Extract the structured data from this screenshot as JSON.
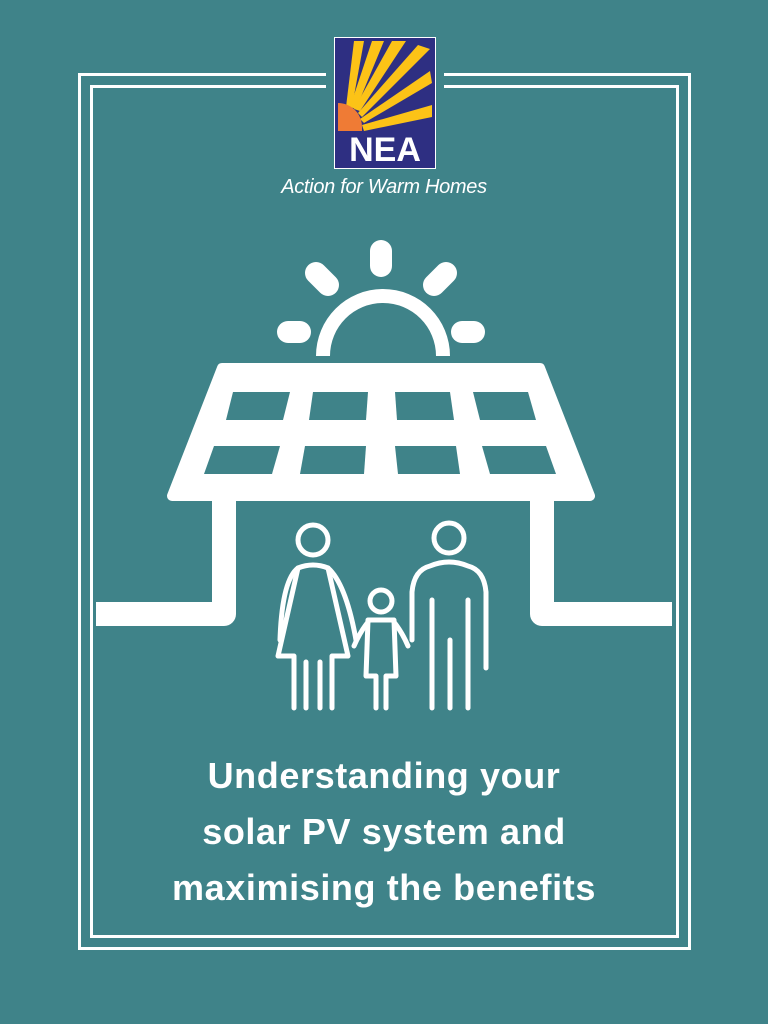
{
  "logo": {
    "text": "NEA",
    "colors": {
      "navy": "#2e2f82",
      "yellow": "#fcc317",
      "orange": "#ef7b35"
    }
  },
  "tagline": "Action for Warm Homes",
  "headline": {
    "line1": "Understanding your",
    "line2": "solar PV system and",
    "line3": "maximising the benefits"
  },
  "colors": {
    "background": "#3f8389",
    "foreground": "#ffffff"
  },
  "icons": [
    "sun-icon",
    "solar-panel-icon",
    "house-outline-icon",
    "family-icon"
  ]
}
